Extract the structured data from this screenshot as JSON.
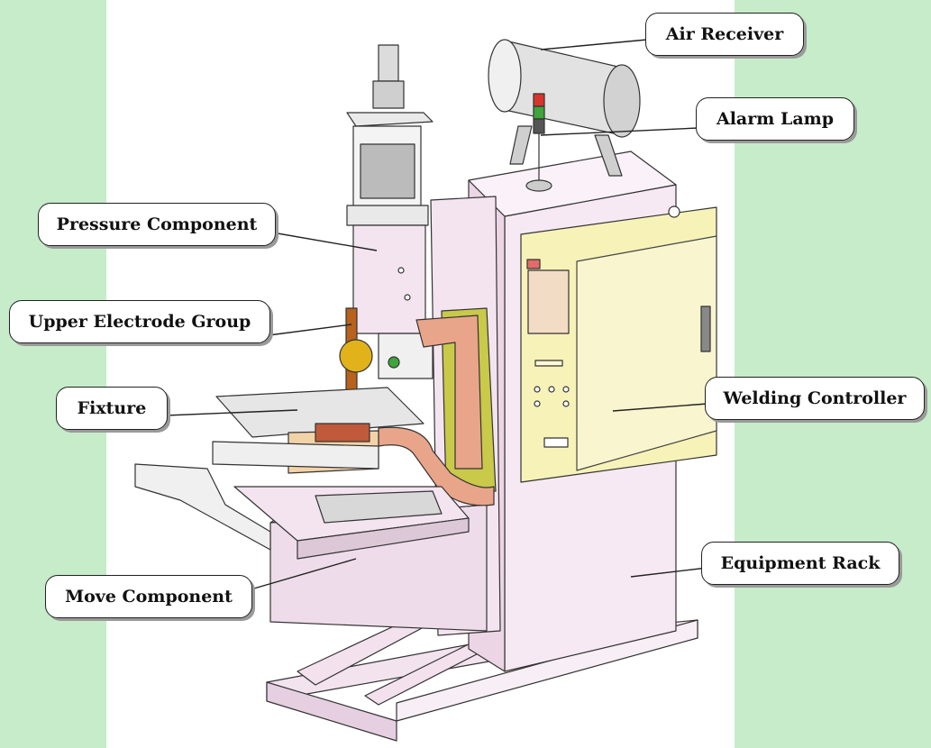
{
  "labels": {
    "air_receiver": "Air Receiver",
    "alarm_lamp": "Alarm Lamp",
    "pressure_component": "Pressure Component",
    "upper_electrode_group": "Upper Electrode Group",
    "fixture": "Fixture",
    "welding_controller": "Welding Controller",
    "move_component": "Move Component",
    "equipment_rack": "Equipment Rack"
  },
  "colors": {
    "background": "#c6ecc9",
    "panel": "#ffffff",
    "rack": "#f6e9f3",
    "controller": "#f7f2b8",
    "copper": "#e9a58a",
    "electrode": "#b8621c",
    "brass": "#e1b21a",
    "bus_bar": "#c9c94a",
    "lamp_red": "#d9342b",
    "lamp_green": "#3da53a"
  }
}
